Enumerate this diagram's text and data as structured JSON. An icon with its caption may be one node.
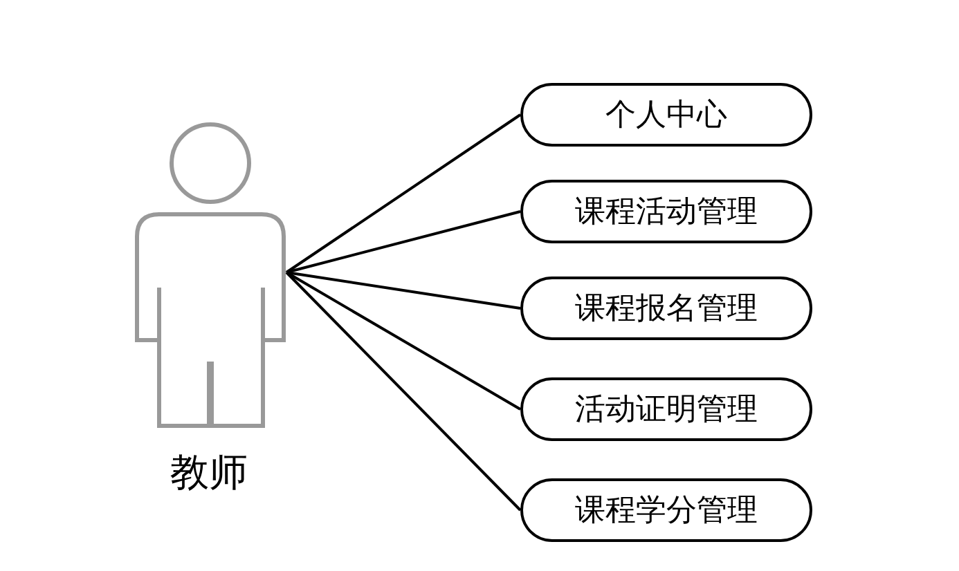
{
  "diagram": {
    "nodes": [
      {
        "text": [
          "教师"
        ]
      },
      {
        "text": [
          "个人中心"
        ]
      },
      {
        "text": [
          "课程活动管理"
        ]
      },
      {
        "text": [
          "课程报名管理"
        ]
      },
      {
        "text": [
          "活动证明管理"
        ]
      },
      {
        "text": [
          "课程学分管理"
        ]
      }
    ],
    "edges": [
      {
        "from": 0,
        "to": 1,
        "arrow": "none"
      },
      {
        "from": 0,
        "to": 2,
        "arrow": "none"
      },
      {
        "from": 0,
        "to": 3,
        "arrow": "none"
      },
      {
        "from": 0,
        "to": 4,
        "arrow": "none"
      },
      {
        "from": 0,
        "to": 5,
        "arrow": "none"
      }
    ]
  }
}
